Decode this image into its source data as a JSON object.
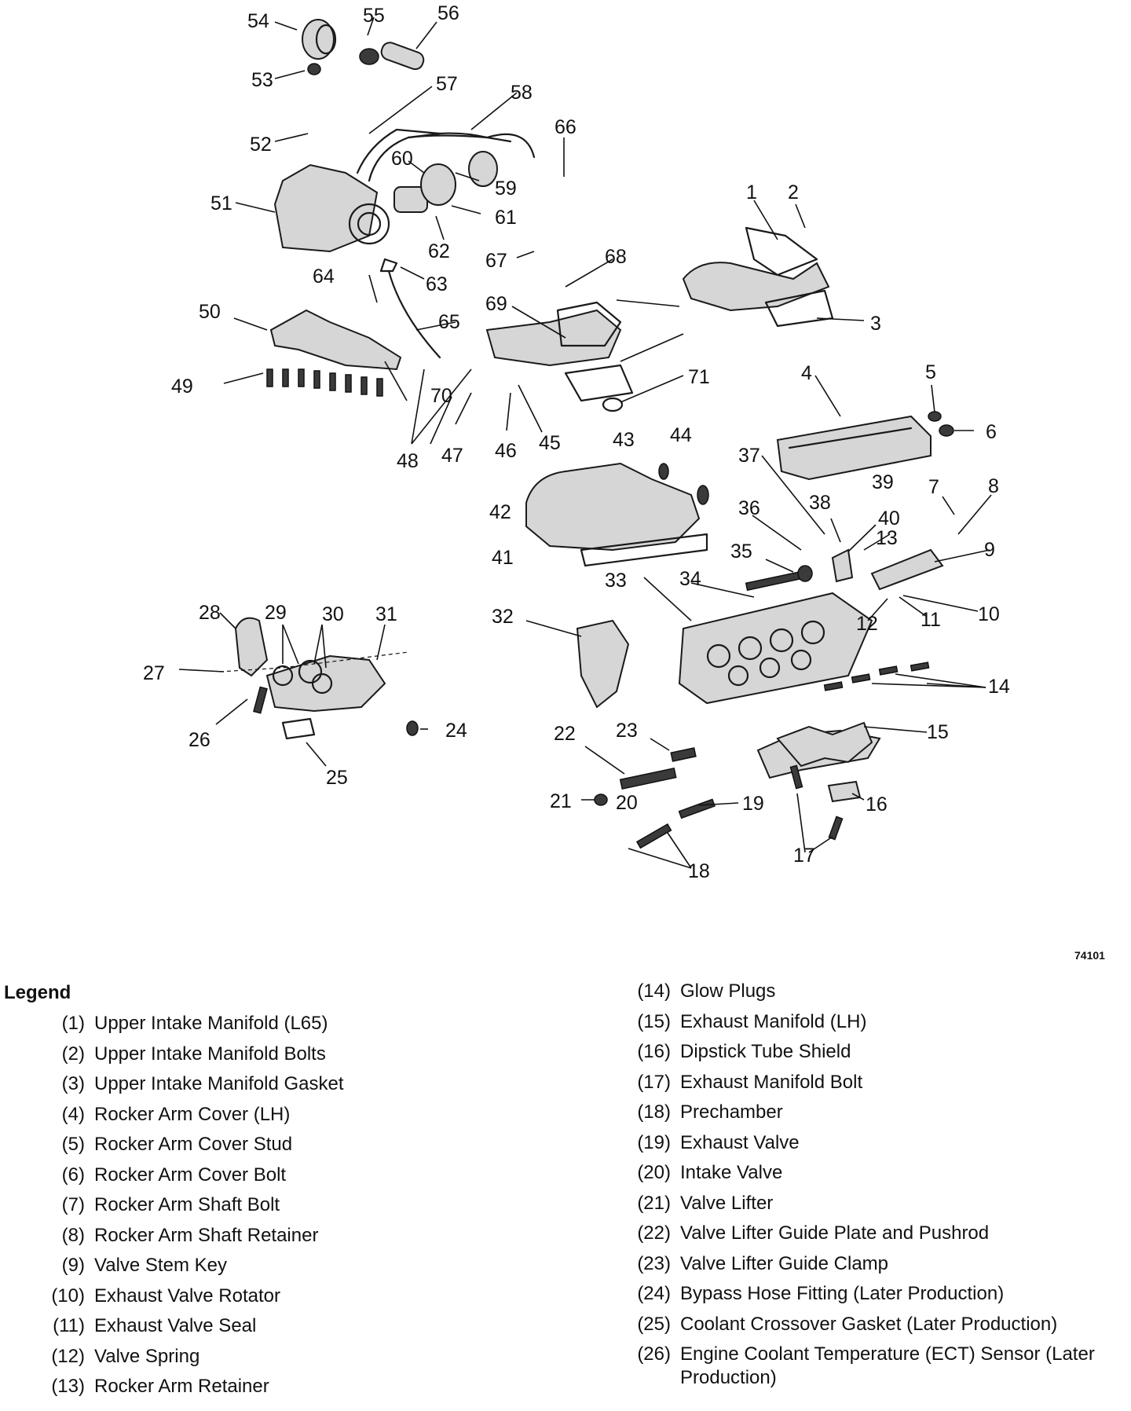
{
  "diagram": {
    "figure_id": "74101",
    "callouts": [
      "1",
      "2",
      "3",
      "4",
      "5",
      "6",
      "7",
      "8",
      "9",
      "10",
      "11",
      "12",
      "13",
      "14",
      "15",
      "16",
      "17",
      "18",
      "19",
      "20",
      "21",
      "22",
      "23",
      "24",
      "25",
      "26",
      "27",
      "28",
      "29",
      "30",
      "31",
      "32",
      "33",
      "34",
      "35",
      "36",
      "37",
      "38",
      "39",
      "40",
      "41",
      "42",
      "43",
      "44",
      "45",
      "46",
      "47",
      "48",
      "49",
      "50",
      "51",
      "52",
      "53",
      "54",
      "55",
      "56",
      "57",
      "58",
      "59",
      "60",
      "61",
      "62",
      "63",
      "64",
      "65",
      "66",
      "67",
      "68",
      "69",
      "70",
      "71"
    ]
  },
  "legend": {
    "title": "Legend",
    "items": [
      {
        "num": "(1)",
        "text": "Upper Intake Manifold (L65)"
      },
      {
        "num": "(2)",
        "text": "Upper Intake Manifold Bolts"
      },
      {
        "num": "(3)",
        "text": "Upper Intake Manifold Gasket"
      },
      {
        "num": "(4)",
        "text": "Rocker Arm Cover (LH)"
      },
      {
        "num": "(5)",
        "text": "Rocker Arm Cover Stud"
      },
      {
        "num": "(6)",
        "text": "Rocker Arm Cover Bolt"
      },
      {
        "num": "(7)",
        "text": "Rocker Arm Shaft Bolt"
      },
      {
        "num": "(8)",
        "text": "Rocker Arm Shaft Retainer"
      },
      {
        "num": "(9)",
        "text": "Valve Stem Key"
      },
      {
        "num": "(10)",
        "text": "Exhaust Valve Rotator"
      },
      {
        "num": "(11)",
        "text": "Exhaust Valve Seal"
      },
      {
        "num": "(12)",
        "text": "Valve Spring"
      },
      {
        "num": "(13)",
        "text": "Rocker Arm Retainer"
      },
      {
        "num": "(14)",
        "text": "Glow Plugs"
      },
      {
        "num": "(15)",
        "text": "Exhaust Manifold (LH)"
      },
      {
        "num": "(16)",
        "text": "Dipstick Tube Shield"
      },
      {
        "num": "(17)",
        "text": "Exhaust Manifold Bolt"
      },
      {
        "num": "(18)",
        "text": "Prechamber"
      },
      {
        "num": "(19)",
        "text": "Exhaust Valve"
      },
      {
        "num": "(20)",
        "text": "Intake Valve"
      },
      {
        "num": "(21)",
        "text": "Valve Lifter"
      },
      {
        "num": "(22)",
        "text": "Valve Lifter Guide Plate and Pushrod"
      },
      {
        "num": "(23)",
        "text": "Valve Lifter Guide Clamp"
      },
      {
        "num": "(24)",
        "text": "Bypass Hose Fitting (Later Production)"
      },
      {
        "num": "(25)",
        "text": "Coolant Crossover Gasket (Later Production)"
      },
      {
        "num": "(26)",
        "text": "Engine Coolant Temperature (ECT) Sensor (Later Production)"
      }
    ]
  }
}
